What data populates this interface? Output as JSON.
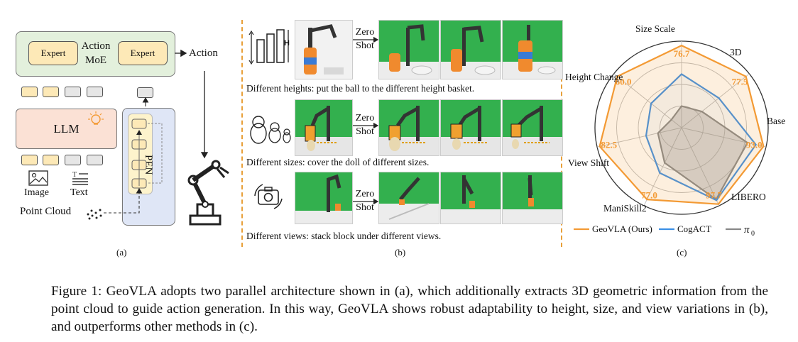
{
  "panel_a": {
    "expert_left": "Expert",
    "expert_right": "Expert",
    "moe_label_1": "Action",
    "moe_label_2": "MoE",
    "action": "Action",
    "llm": "LLM",
    "pen": "PEN",
    "image": "Image",
    "text": "Text",
    "point_cloud": "Point Cloud",
    "label": "(a)"
  },
  "panel_b": {
    "zero": "Zero",
    "shot": "Shot",
    "h_mark": "H",
    "row1_desc": "Different heights: put the ball to the different height basket.",
    "row2_desc": "Different sizes: cover the doll of different sizes.",
    "row3_desc": "Different views: stack block under different views.",
    "label": "(b)"
  },
  "panel_c": {
    "label": "(c)",
    "legend": {
      "geovla": "GeoVLA (Ours)",
      "cogact": "CogACT",
      "pi0": "π",
      "pi0_sub": "0"
    }
  },
  "colors": {
    "geovla": "#f39a34",
    "cogact": "#3b8fe6",
    "pi0": "#888888",
    "dash": "#e8a03a"
  },
  "chart_data": {
    "type": "radar",
    "axes": [
      "Size Scale",
      "3D",
      "Base",
      "LIBERO",
      "ManiSkill2",
      "View Shift",
      "Height Change"
    ],
    "annotations": [
      "76.7",
      "77.5",
      "93.0",
      "97.7",
      "77.0",
      "82.5",
      "60.0"
    ],
    "series": [
      {
        "name": "GeoVLA (Ours)",
        "values": [
          0.95,
          0.95,
          0.97,
          0.98,
          0.92,
          0.97,
          0.95
        ]
      },
      {
        "name": "CogACT",
        "values": [
          0.62,
          0.55,
          0.88,
          0.93,
          0.58,
          0.42,
          0.45
        ]
      },
      {
        "name": "π0",
        "values": [
          0.25,
          0.3,
          0.78,
          0.92,
          0.45,
          0.28,
          0.15
        ]
      }
    ]
  },
  "caption": {
    "text": "Figure 1: GeoVLA adopts two parallel architecture shown in (a), which additionally extracts 3D geometric information from the point cloud to guide action generation. In this way, GeoVLA shows robust adaptability to height, size, and view variations in (b), and outperforms other methods in (c)."
  }
}
